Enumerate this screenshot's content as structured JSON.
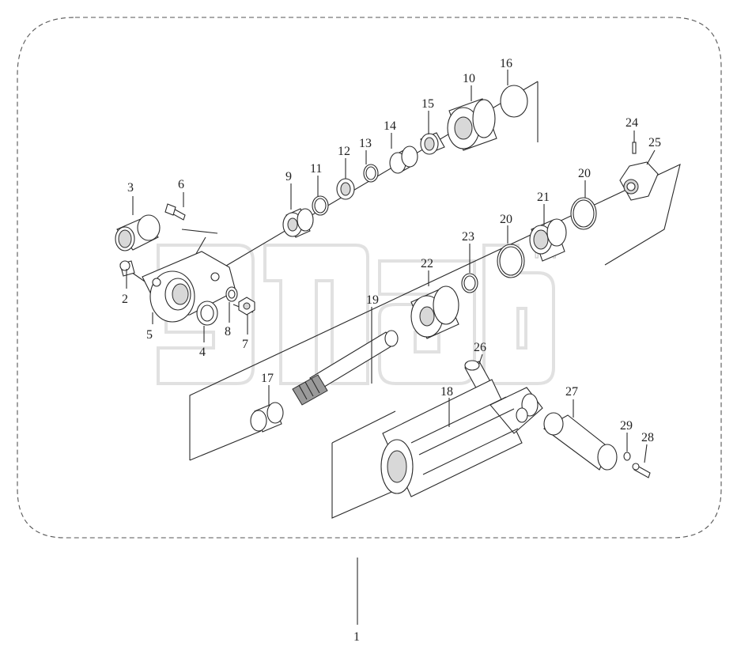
{
  "diagram": {
    "watermark_tm": "TM",
    "callouts": [
      {
        "id": "c1",
        "text": "1"
      },
      {
        "id": "c2",
        "text": "2"
      },
      {
        "id": "c3",
        "text": "3"
      },
      {
        "id": "c4",
        "text": "4"
      },
      {
        "id": "c5",
        "text": "5"
      },
      {
        "id": "c6",
        "text": "6"
      },
      {
        "id": "c7",
        "text": "7"
      },
      {
        "id": "c8",
        "text": "8"
      },
      {
        "id": "c9",
        "text": "9"
      },
      {
        "id": "c10",
        "text": "10"
      },
      {
        "id": "c11",
        "text": "11"
      },
      {
        "id": "c12",
        "text": "12"
      },
      {
        "id": "c13",
        "text": "13"
      },
      {
        "id": "c14",
        "text": "14"
      },
      {
        "id": "c15",
        "text": "15"
      },
      {
        "id": "c16",
        "text": "16"
      },
      {
        "id": "c17",
        "text": "17"
      },
      {
        "id": "c18",
        "text": "18"
      },
      {
        "id": "c19",
        "text": "19"
      },
      {
        "id": "c20a",
        "text": "20"
      },
      {
        "id": "c20b",
        "text": "20"
      },
      {
        "id": "c21",
        "text": "21"
      },
      {
        "id": "c22",
        "text": "22"
      },
      {
        "id": "c23",
        "text": "23"
      },
      {
        "id": "c24",
        "text": "24"
      },
      {
        "id": "c25",
        "text": "25"
      },
      {
        "id": "c26",
        "text": "26"
      },
      {
        "id": "c27",
        "text": "27"
      },
      {
        "id": "c28",
        "text": "28"
      },
      {
        "id": "c29",
        "text": "29"
      }
    ]
  }
}
